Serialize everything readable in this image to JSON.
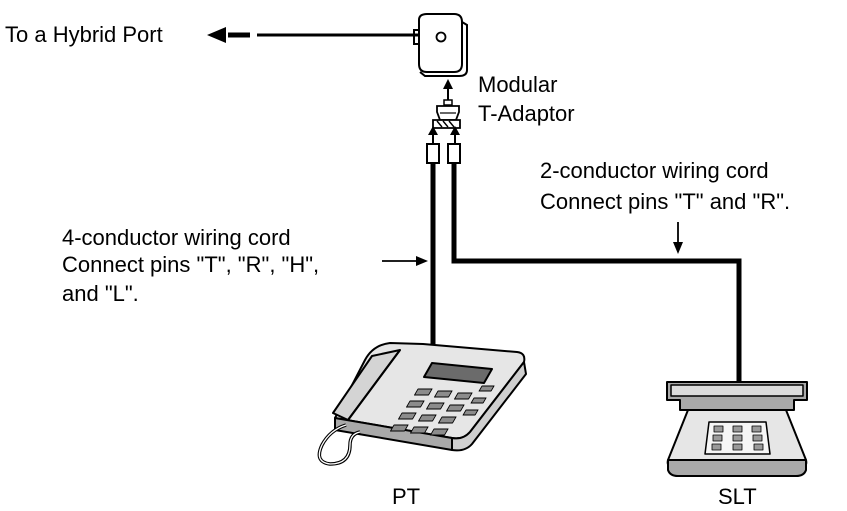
{
  "labels": {
    "hybrid_port": "To a Hybrid Port",
    "adaptor_line1": "Modular",
    "adaptor_line2": "T-Adaptor",
    "cord2_line1": "2-conductor wiring cord",
    "cord2_line2": "Connect pins \"T\" and \"R\".",
    "cord4_line1": "4-conductor wiring cord",
    "cord4_line2": "Connect pins \"T\", \"R\", \"H\",",
    "cord4_line3": "and \"L\".",
    "pt": "PT",
    "slt": "SLT"
  },
  "colors": {
    "line": "#000000",
    "device_fill": "#e6e6e6",
    "device_dark": "#a9a9a9",
    "device_mid": "#cfcfcf",
    "display": "#6b6b6b"
  },
  "icons": [
    "wall-jack-icon",
    "modular-t-adaptor-icon",
    "pt-telephone-icon",
    "slt-telephone-icon"
  ]
}
